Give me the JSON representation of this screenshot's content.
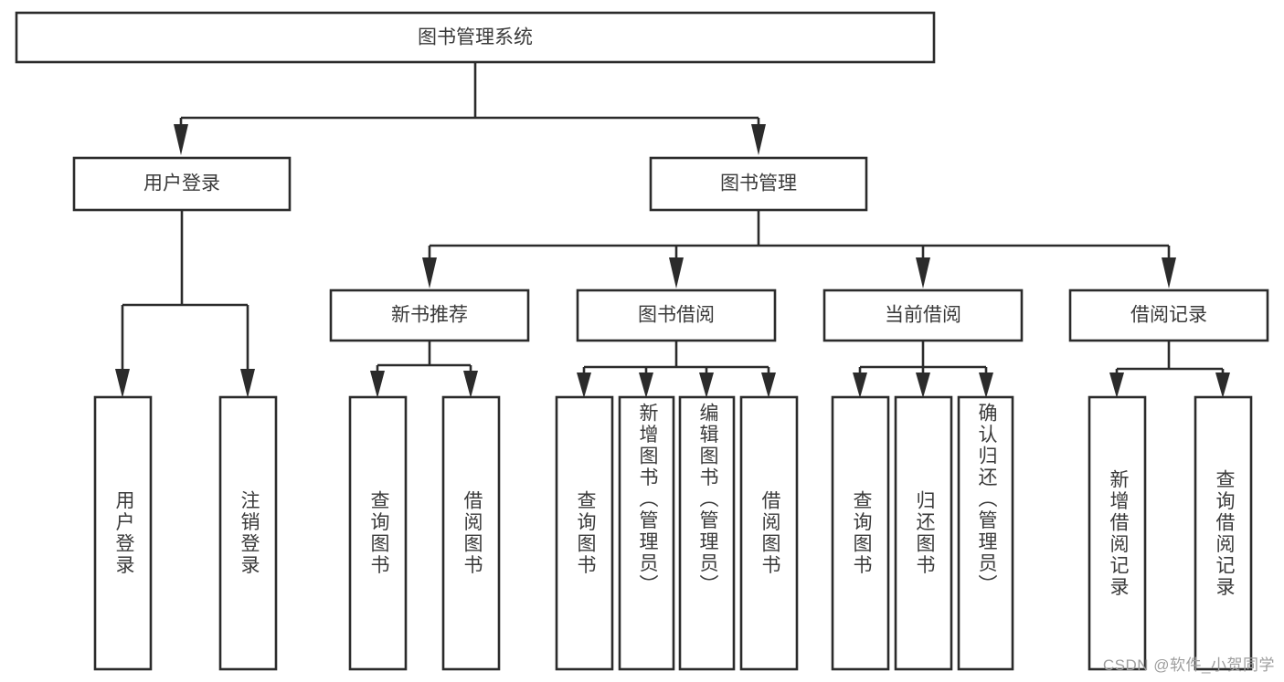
{
  "diagram": {
    "title": "图书管理系统",
    "type": "hierarchy-tree",
    "watermark": "CSDN @软件_小贺同学",
    "root": {
      "id": "root",
      "label": "图书管理系统",
      "orientation": "horizontal"
    },
    "level1": [
      {
        "id": "user-login",
        "label": "用户登录",
        "orientation": "horizontal"
      },
      {
        "id": "book-manage",
        "label": "图书管理",
        "orientation": "horizontal"
      }
    ],
    "level2": [
      {
        "id": "new-book-rec",
        "label": "新书推荐",
        "parent": "book-manage",
        "orientation": "horizontal"
      },
      {
        "id": "book-borrow",
        "label": "图书借阅",
        "parent": "book-manage",
        "orientation": "horizontal"
      },
      {
        "id": "current-borrow",
        "label": "当前借阅",
        "parent": "book-manage",
        "orientation": "horizontal"
      },
      {
        "id": "borrow-record",
        "label": "借阅记录",
        "parent": "book-manage",
        "orientation": "horizontal"
      }
    ],
    "leaves": [
      {
        "id": "leaf-user-login",
        "label": "用户登录",
        "parent": "user-login",
        "orientation": "vertical"
      },
      {
        "id": "leaf-user-logout",
        "label": "注销登录",
        "parent": "user-login",
        "orientation": "vertical"
      },
      {
        "id": "leaf-query-book-1",
        "label": "查询图书",
        "parent": "new-book-rec",
        "orientation": "vertical"
      },
      {
        "id": "leaf-borrow-book-1",
        "label": "借阅图书",
        "parent": "new-book-rec",
        "orientation": "vertical"
      },
      {
        "id": "leaf-query-book-2",
        "label": "查询图书",
        "parent": "book-borrow",
        "orientation": "vertical"
      },
      {
        "id": "leaf-add-book",
        "label": "新增图书（管理员）",
        "parent": "book-borrow",
        "orientation": "vertical"
      },
      {
        "id": "leaf-edit-book",
        "label": "编辑图书（管理员）",
        "parent": "book-borrow",
        "orientation": "vertical"
      },
      {
        "id": "leaf-borrow-book-2",
        "label": "借阅图书",
        "parent": "book-borrow",
        "orientation": "vertical"
      },
      {
        "id": "leaf-query-book-3",
        "label": "查询图书",
        "parent": "current-borrow",
        "orientation": "vertical"
      },
      {
        "id": "leaf-return-book",
        "label": "归还图书",
        "parent": "current-borrow",
        "orientation": "vertical"
      },
      {
        "id": "leaf-confirm-return",
        "label": "确认归还（管理员）",
        "parent": "current-borrow",
        "orientation": "vertical"
      },
      {
        "id": "leaf-add-record",
        "label": "新增借阅记录",
        "parent": "borrow-record",
        "orientation": "vertical"
      },
      {
        "id": "leaf-query-record",
        "label": "查询借阅记录",
        "parent": "borrow-record",
        "orientation": "vertical"
      }
    ],
    "colors": {
      "box_stroke": "#2b2b2b",
      "box_fill": "#ffffff",
      "text": "#3a3a3a",
      "background": "#ffffff",
      "watermark": "#9e9e9e"
    }
  }
}
